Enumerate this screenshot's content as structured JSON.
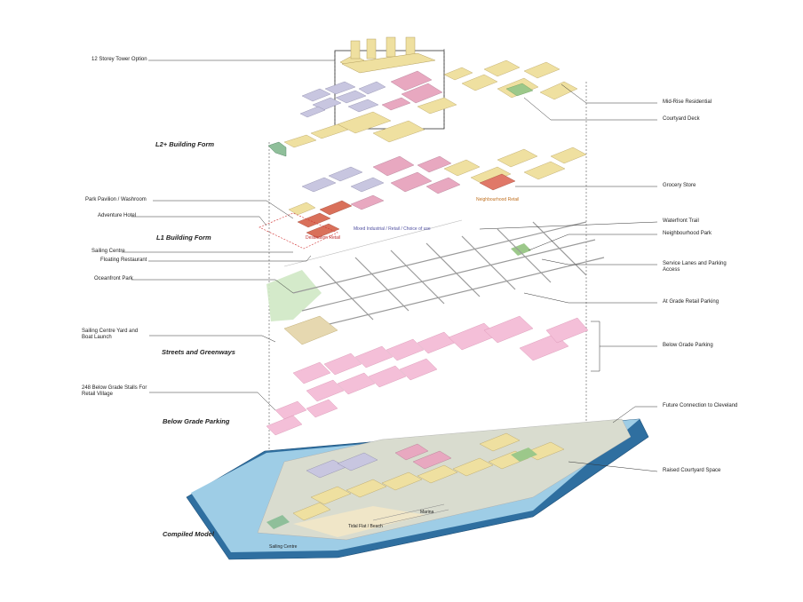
{
  "layers": {
    "l2": "L2+ Building Form",
    "l1": "L1 Building Form",
    "streets": "Streets and Greenways",
    "parking": "Below Grade Parking",
    "combined": "Compiled Model"
  },
  "left_labels": {
    "tower": "12 Storey Tower Option",
    "pavilion": "Park Pavilion / Washroom",
    "hotel": "Adventure Hotel",
    "sailing": "Sailing Centre",
    "floating": "Floating Restaurant",
    "oceanfront": "Oceanfront Park",
    "boatyard": "Sailing Centre Yard and Boat Launch",
    "stalls": "248 Below Grade Stalls For Retail Village"
  },
  "right_labels": {
    "midrise": "Mid-Rise Residential",
    "courtyard": "Courtyard Deck",
    "grocery": "Grocery Store",
    "trail": "Waterfront Trail",
    "npark": "Neighbourhood Park",
    "service": "Service Lanes and Parking Access",
    "atgrade": "At Grade Retail Parking",
    "belowgrade": "Below Grade Parking",
    "future": "Future Connection to Cleveland",
    "raised": "Raised Courtyard Space"
  },
  "inline_labels": {
    "neighbourhood_retail": "Neighbourhood Retail",
    "mixed_industrial": "Mixed Industrial / Retail / Choice of use",
    "destination_retail": "Destination Retail",
    "marina": "Marina",
    "tidal": "Tidal Flat / Beach",
    "sailing_centre": "Sailing Centre"
  },
  "colors": {
    "residential": "#efe0a0",
    "residential_dark": "#c9b26a",
    "retail_pink": "#e8a8c0",
    "parking_pink": "#f4bfd8",
    "destination_red": "#d9705a",
    "office_lavender": "#c8c6e0",
    "green": "#9cc88a",
    "water": "#9ecde6",
    "street_grey": "#9a9a9a"
  }
}
